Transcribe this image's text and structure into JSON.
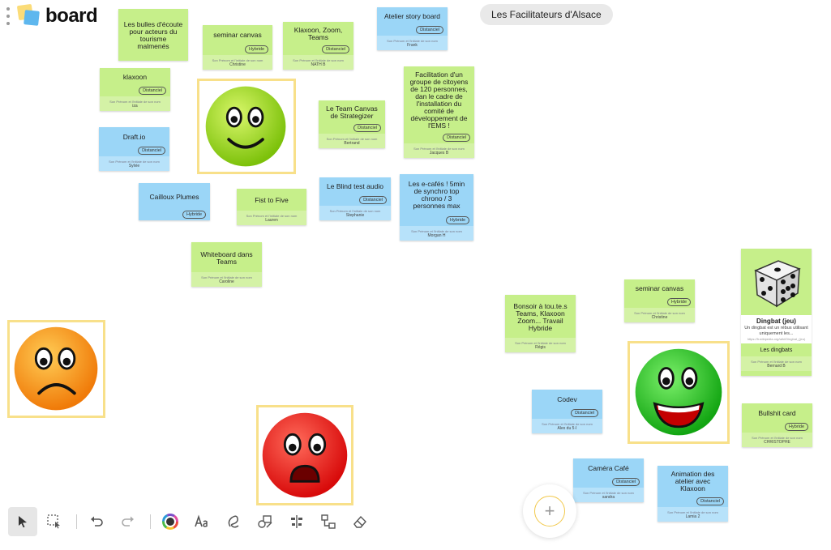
{
  "header": {
    "app_name": "board",
    "org_name": "Les Facilitateurs d'Alsace"
  },
  "note_sub": "Son Prénom et l'initiale de son nom",
  "notes": [
    {
      "title": "Les bulles d'écoute pour acteurs du tourisme malmenés",
      "tag": "",
      "author": ""
    },
    {
      "title": "seminar canvas",
      "tag": "Hybride",
      "author": "Christine"
    },
    {
      "title": "Klaxoon, Zoom, Teams",
      "tag": "Distanciel",
      "author": "NATH B"
    },
    {
      "title": "Atelier story board",
      "tag": "Distanciel",
      "author": "Frank"
    },
    {
      "title": "klaxoon",
      "tag": "Distanciel",
      "author": "iza"
    },
    {
      "title": "Le Team Canvas de Strategizer",
      "tag": "Distanciel",
      "author": "Bertrand"
    },
    {
      "title": "Facilitation d'un groupe de citoyens de 120 personnes, dan le cadre de l'installation du comité de développement de l'EMS !",
      "tag": "Distanciel",
      "author": "Jacques B"
    },
    {
      "title": "Draft.io",
      "tag": "Distanciel",
      "author": "Sylvie"
    },
    {
      "title": "Cailloux Plumes",
      "tag": "Hybride",
      "author": ""
    },
    {
      "title": "Fist to Five",
      "tag": "",
      "author": "Lauren"
    },
    {
      "title": "Le Blind test audio",
      "tag": "Distanciel",
      "author": "Stephanie"
    },
    {
      "title": "Les e-cafés ! 5min de synchro top chrono / 3 personnes max",
      "tag": "Hybride",
      "author": "Morgan H"
    },
    {
      "title": "Whiteboard dans Teams",
      "tag": "",
      "author": "Caroline"
    },
    {
      "title": "seminar canvas",
      "tag": "Hybride",
      "author": "Christine"
    },
    {
      "title": "Bonsoir à tou.te.s Teams, Klaxoon Zoom... Travail Hybride",
      "tag": "",
      "author": "Régis"
    },
    {
      "title": "Codev",
      "tag": "Distanciel",
      "author": "Alex du 5·I"
    },
    {
      "title": "Bullshit card",
      "tag": "Hybride",
      "author": "CHRISTOPHE"
    },
    {
      "title": "Caméra Café",
      "tag": "Distanciel",
      "author": "sandra"
    },
    {
      "title": "Animation des atelier avec Klaxoon",
      "tag": "Distanciel",
      "author": "Lamia 2"
    }
  ],
  "dingbat": {
    "title": "Dingbat (jeu)",
    "description": "Un dingbat est un rébus utilisant uniquement les...",
    "url": "https://fr.wikipedia.org/wiki/Dingbat_(jeu)",
    "link_label": "Les dingbats",
    "author": "Bernard B"
  },
  "colors": {
    "green_note": "#c6ef8a",
    "blue_note": "#9bd6f7",
    "frame_border": "#f8e08a",
    "accent_yellow": "#f2c94c"
  },
  "emojis": [
    "happy-lime-smiley",
    "sad-orange-smiley",
    "scared-red-smiley",
    "laughing-green-smiley"
  ],
  "toolbar": [
    "select-arrow-icon",
    "lasso-select-icon",
    "undo-icon",
    "redo-icon",
    "color-wheel-icon",
    "text-icon",
    "pen-icon",
    "shapes-icon",
    "align-icon",
    "connector-icon",
    "eraser-icon"
  ]
}
